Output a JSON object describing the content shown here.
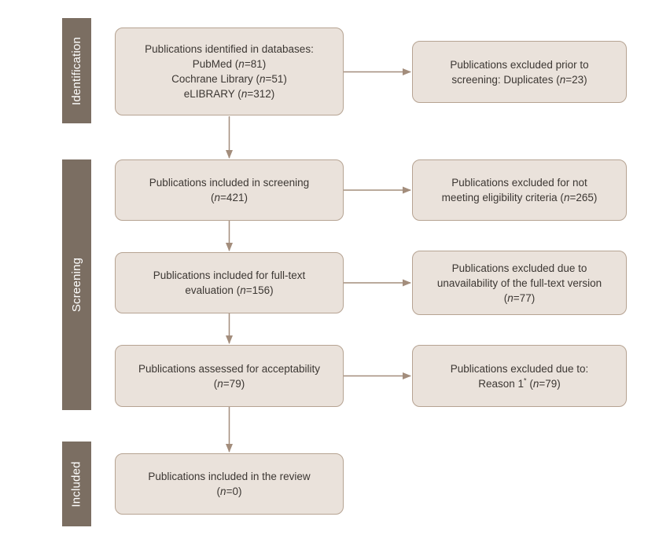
{
  "stages": [
    {
      "label": "Identification"
    },
    {
      "label": "Screening"
    },
    {
      "label": "Included"
    }
  ],
  "left_boxes": [
    {
      "lines": [
        "Publications identified in databases:",
        "PubMed (n=81)",
        "Cochrane Library (n=51)",
        "eLIBRARY (n=312)"
      ]
    },
    {
      "lines": [
        "Publications included in screening",
        "(n=421)"
      ]
    },
    {
      "lines": [
        "Publications included for full-text",
        "evaluation (n=156)"
      ]
    },
    {
      "lines": [
        "Publications assessed for acceptability",
        "(n=79)"
      ]
    },
    {
      "lines": [
        "Publications included in the review",
        "(n=0)"
      ]
    }
  ],
  "right_boxes": [
    {
      "lines": [
        "Publications excluded prior to",
        "screening: Duplicates (n=23)"
      ]
    },
    {
      "lines": [
        "Publications excluded for not",
        "meeting eligibility criteria (n=265)"
      ]
    },
    {
      "lines": [
        "Publications excluded due to",
        "unavailability of the full-text version",
        "(n=77)"
      ]
    },
    {
      "lines": [
        "Publications excluded due to:",
        "Reason 1* (n=79)"
      ]
    }
  ],
  "colors": {
    "stage_bar": "#7b6e62",
    "box_fill": "#eae2db",
    "box_border": "#b6a392",
    "arrow": "#a38d7c",
    "text": "#3c3733",
    "stage_text": "#ffffff",
    "background": "#ffffff"
  }
}
